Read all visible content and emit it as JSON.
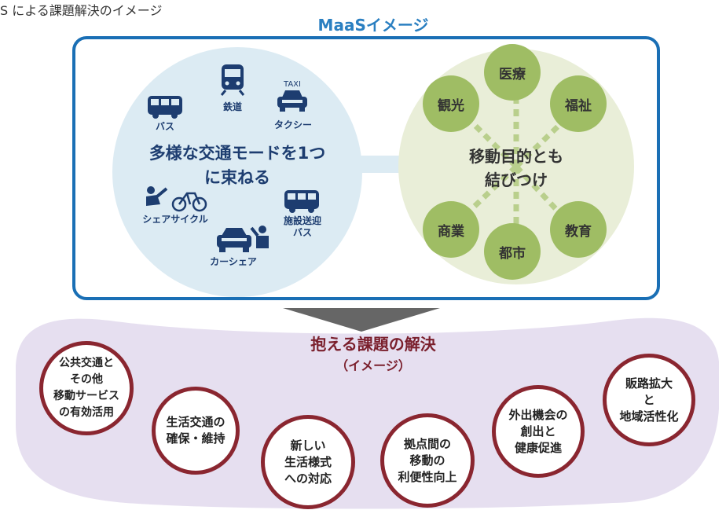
{
  "header": {
    "text": "S による課題解決のイメージ"
  },
  "maas": {
    "title": "MaaSイメージ",
    "left_center": "多様な交通モードを1つ\nに束ねる",
    "right_center": "移動目的とも\n結びつけ",
    "modes": {
      "bus": "バス",
      "rail": "鉄道",
      "taxi_sign": "TAXI",
      "taxi": "タクシー",
      "cycle": "シェアサイクル",
      "shuttle": "施設送迎\nバス",
      "carshare": "カーシェア"
    },
    "purposes": [
      "医療",
      "福祉",
      "教育",
      "都市",
      "商業",
      "観光"
    ]
  },
  "problems": {
    "title": "抱える課題の解決",
    "subtitle": "（イメージ）",
    "items": [
      "公共交通と\nその他\n移動サービス\nの有効活用",
      "生活交通の\n確保・維持",
      "新しい\n生活様式\nへの対応",
      "拠点間の\n移動の\n利便性向上",
      "外出機会の\n創出と\n健康促進",
      "販路拡大\nと\n地域活性化"
    ]
  },
  "colors": {
    "maas_border": "#1a6fb5",
    "blue_circle": "#dcebf3",
    "green_circle": "#e9eed8",
    "green_node": "#9fbd64",
    "problem_border": "#8a2630",
    "band": "#e6dff0"
  }
}
